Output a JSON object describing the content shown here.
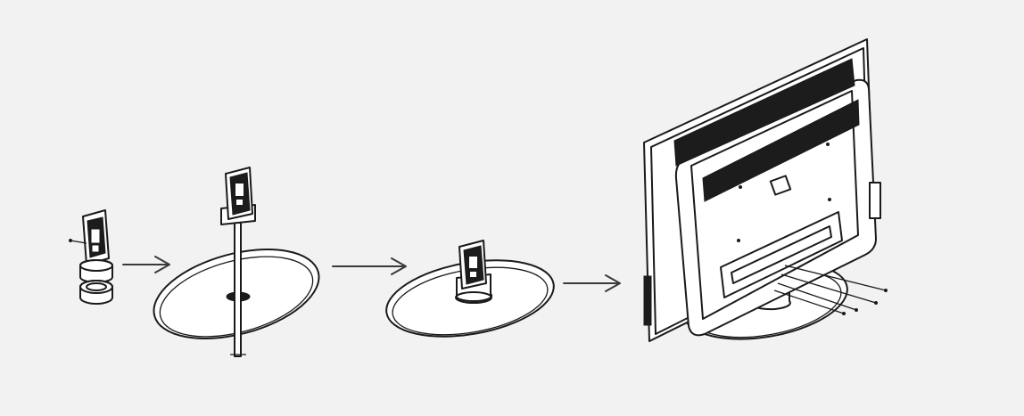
{
  "diagram": {
    "steps": [
      {
        "id": "step-1",
        "content": "neck-and-collar-parts"
      },
      {
        "id": "step-2",
        "content": "neck-inserted-through-base"
      },
      {
        "id": "step-3",
        "content": "assembled-stand"
      },
      {
        "id": "step-4",
        "content": "tv-rear-attached-with-screws"
      }
    ],
    "colors": {
      "background": "#f2f2f2",
      "line": "#1a1a1a",
      "fill": "#ffffff",
      "dark": "#1c1c1c"
    }
  }
}
